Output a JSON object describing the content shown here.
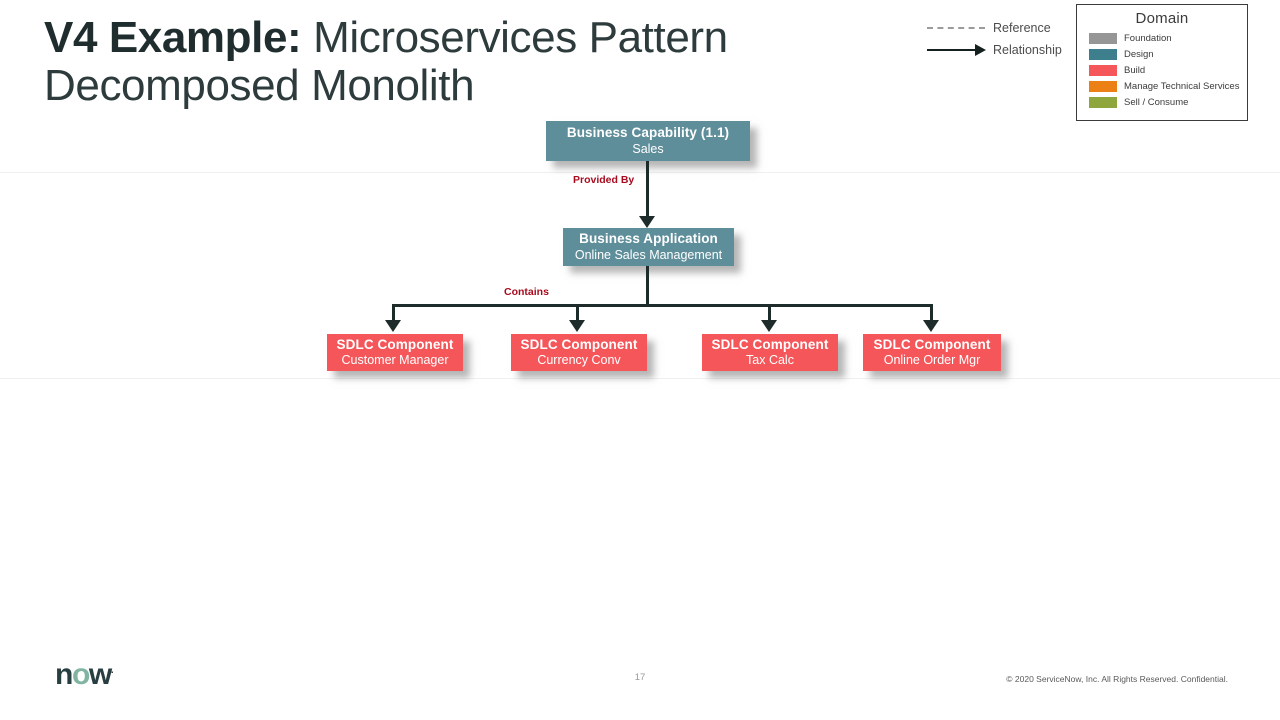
{
  "slide": {
    "title_strong": "V4 Example:",
    "title_rest": " Microservices Pattern",
    "title_line2": "Decomposed Monolith",
    "page_number": "17",
    "copyright": "© 2020 ServiceNow, Inc. All Rights Reserved. Confidential.",
    "logo_n": "n",
    "logo_o": "o",
    "logo_w": "w",
    "logo_tm": "."
  },
  "arrow_legend": {
    "items": [
      {
        "style": "dashed",
        "label": "Reference"
      },
      {
        "style": "solid-arrow",
        "label": "Relationship"
      }
    ]
  },
  "domain_legend": {
    "title": "Domain",
    "items": [
      {
        "label": "Foundation",
        "color": "#969696"
      },
      {
        "label": "Design",
        "color": "#3d7f8c"
      },
      {
        "label": "Build",
        "color": "#f4565a"
      },
      {
        "label": "Manage Technical Services",
        "color": "#ec8014"
      },
      {
        "label": "Sell / Consume",
        "color": "#8fa63c"
      }
    ]
  },
  "diagram": {
    "type": "hierarchy-tree",
    "nodes": [
      {
        "id": "business-capability",
        "type_label": "Business Capability (1.1)",
        "name_label": "Sales",
        "domain": "Design",
        "color": "#5f8e9b"
      },
      {
        "id": "business-application",
        "type_label": "Business Application",
        "name_label": "Online Sales Management",
        "domain": "Design",
        "color": "#5f8e9b"
      },
      {
        "id": "sdlc-customer-manager",
        "type_label": "SDLC Component",
        "name_label": "Customer Manager",
        "domain": "Build",
        "color": "#f4565a"
      },
      {
        "id": "sdlc-currency-conv",
        "type_label": "SDLC Component",
        "name_label": "Currency Conv",
        "domain": "Build",
        "color": "#f4565a"
      },
      {
        "id": "sdlc-tax-calc",
        "type_label": "SDLC Component",
        "name_label": "Tax Calc",
        "domain": "Build",
        "color": "#f4565a"
      },
      {
        "id": "sdlc-online-order-mgr",
        "type_label": "SDLC Component",
        "name_label": "Online Order Mgr",
        "domain": "Build",
        "color": "#f4565a"
      }
    ],
    "edges": [
      {
        "from": "business-capability",
        "to": "business-application",
        "label": "Provided By",
        "kind": "relationship"
      },
      {
        "from": "business-application",
        "to": "sdlc-customer-manager",
        "label": "Contains",
        "kind": "relationship"
      },
      {
        "from": "business-application",
        "to": "sdlc-currency-conv",
        "label": "",
        "kind": "relationship"
      },
      {
        "from": "business-application",
        "to": "sdlc-tax-calc",
        "label": "",
        "kind": "relationship"
      },
      {
        "from": "business-application",
        "to": "sdlc-online-order-mgr",
        "label": "",
        "kind": "relationship"
      }
    ],
    "edge_labels": {
      "provided_by": "Provided By",
      "contains": "Contains"
    }
  }
}
